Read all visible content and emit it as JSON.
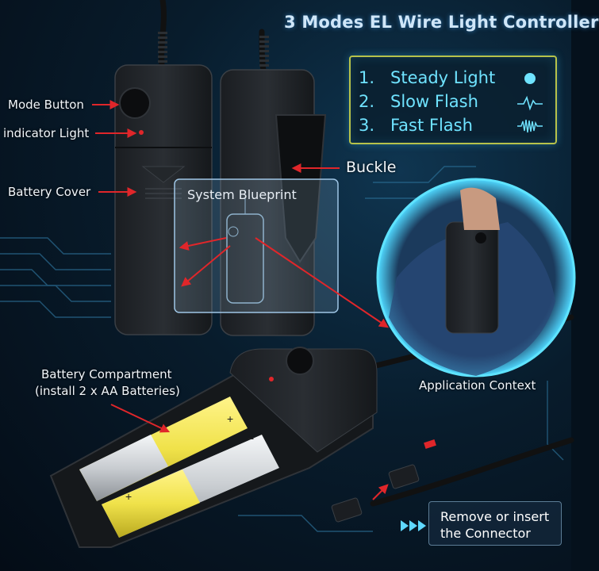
{
  "title": "3 Modes EL Wire Light Controller",
  "modes": [
    {
      "number": "1.",
      "label": "Steady Light",
      "icon": "dot-icon"
    },
    {
      "number": "2.",
      "label": "Slow Flash",
      "icon": "slow-pulse-icon"
    },
    {
      "number": "3.",
      "label": "Fast Flash",
      "icon": "fast-pulse-icon"
    }
  ],
  "callouts": {
    "mode_button": "Mode Button",
    "indicator_light": "indicator Light",
    "battery_cover": "Battery Cover",
    "buckle": "Buckle",
    "system_blueprint": "System Blueprint",
    "battery_compartment_line1": "Battery Compartment",
    "battery_compartment_line2": "(install 2 x AA Batteries)",
    "application_context": "Application Context",
    "connector_line1": "Remove or insert",
    "connector_line2": "the Connector"
  },
  "battery_marks": {
    "plus": "+",
    "minus": "−"
  },
  "colors": {
    "accent_cyan": "#6fe3ff",
    "box_border": "#b7c24a",
    "arrow_red": "#e0262a",
    "battery_yellow": "#f0e24a",
    "battery_silver": "#c9cdd1",
    "background": "#081c2c"
  }
}
